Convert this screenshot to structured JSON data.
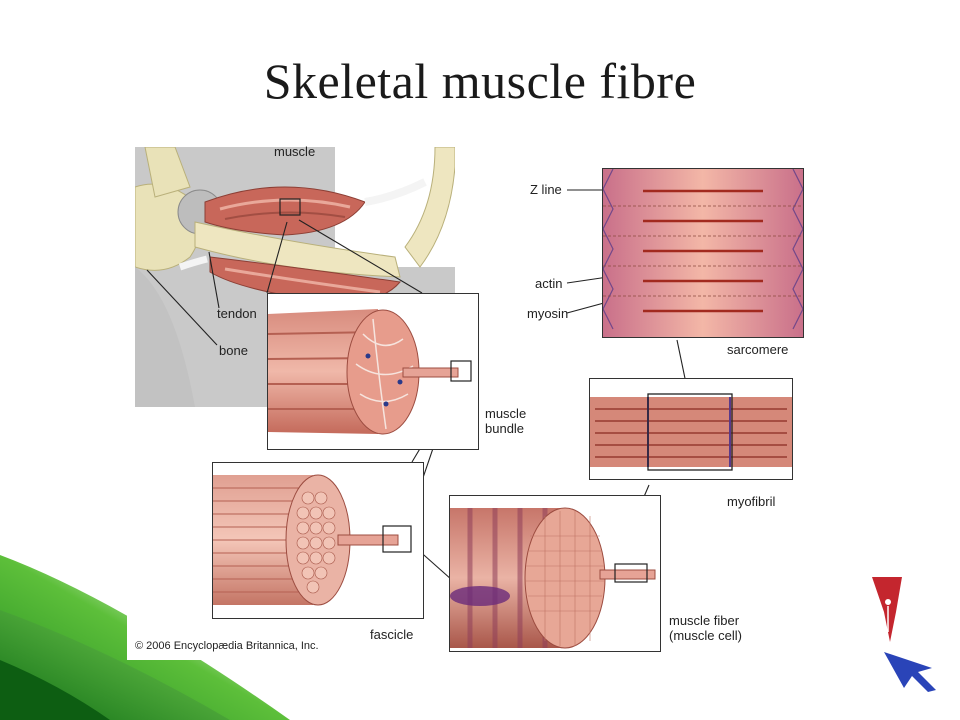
{
  "slide": {
    "title": "Skeletal muscle fibre"
  },
  "diagram": {
    "labels": {
      "muscle": "muscle",
      "tendon": "tendon",
      "bone": "bone",
      "muscle_bundle": "muscle\nbundle",
      "fascicle": "fascicle",
      "muscle_fiber": "muscle fiber\n(muscle cell)",
      "myofibril": "myofibril",
      "sarcomere": "sarcomere",
      "z_line": "Z line",
      "actin": "actin",
      "myosin": "myosin"
    },
    "copyright": "© 2006 Encyclopædia Britannica, Inc."
  },
  "colors": {
    "muscle": "#c8675a",
    "muscle_light": "#e9a89a",
    "bone": "#e9e2b8",
    "arm_bg": "#c7c7c7",
    "accent_green": "#2e9a2a",
    "logo_red": "#c4262e",
    "logo_blue": "#2a44b8"
  }
}
